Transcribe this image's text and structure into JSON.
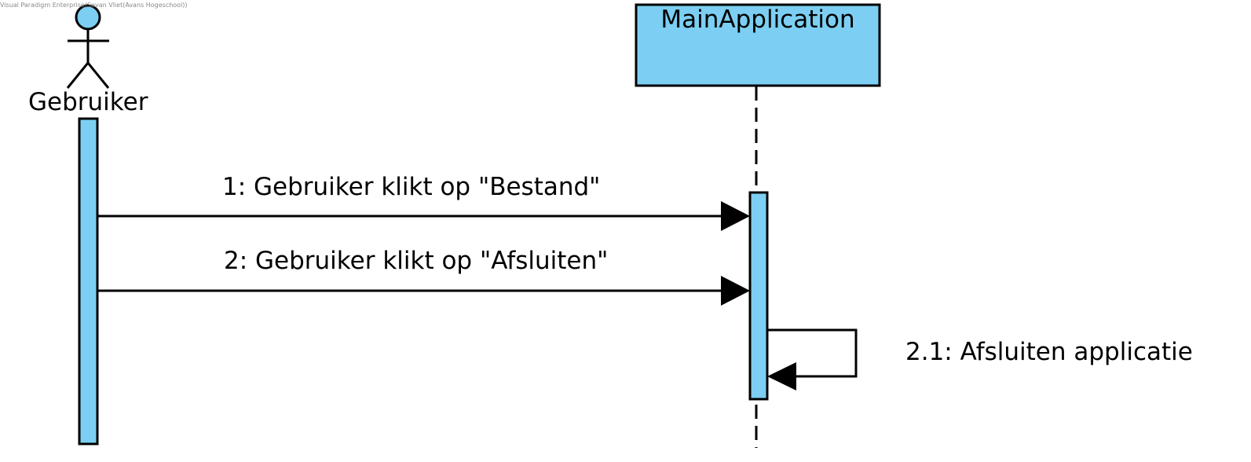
{
  "watermark": "Visual Paradigm Enterprise(Sevan Vliet(Avans Hogeschool))",
  "colors": {
    "fill": "#7ccff2",
    "stroke": "#000000",
    "background": "#ffffff"
  },
  "actor": {
    "name": "Gebruiker",
    "icon": "stick-figure-icon"
  },
  "lifeline": {
    "name": "MainApplication"
  },
  "messages": [
    {
      "number": "1",
      "label": "1: Gebruiker klikt op \"Bestand\"",
      "from": "Gebruiker",
      "to": "MainApplication"
    },
    {
      "number": "2",
      "label": "2: Gebruiker klikt op \"Afsluiten\"",
      "from": "Gebruiker",
      "to": "MainApplication"
    },
    {
      "number": "2.1",
      "label": "2.1: Afsluiten applicatie",
      "from": "MainApplication",
      "to": "MainApplication"
    }
  ]
}
